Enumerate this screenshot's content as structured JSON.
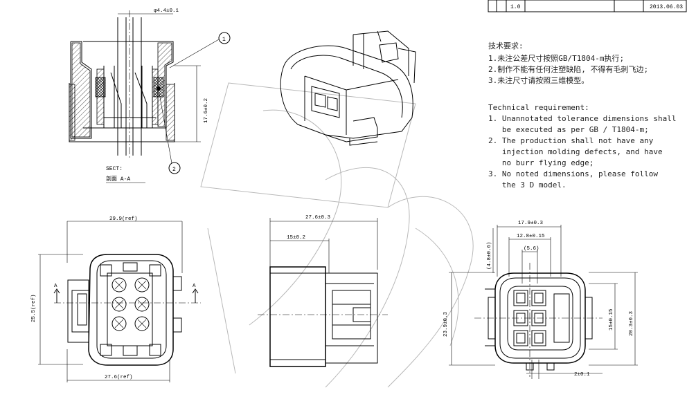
{
  "title_block": {
    "revision": "1.0",
    "date": "2013.06.03"
  },
  "requirements_cn": {
    "heading": "技术要求:",
    "items": [
      "1.未注公差尺寸按照GB/T1804-m执行;",
      "2.制作不能有任何注塑缺陷, 不得有毛刺飞边;",
      "3.未注尺寸请按照三维模型。"
    ]
  },
  "requirements_en": {
    "heading": "Technical requirement:",
    "items": [
      "1. Unannotated tolerance dimensions shall\n   be executed as per GB / T1804-m;",
      "2. The production shall not have any\n   injection molding defects, and have\n   no burr flying edge;",
      "3. No noted dimensions, please follow\n   the 3 D model."
    ]
  },
  "section_view": {
    "label_line1": "SECT:",
    "label_line2": "剖面  A-A",
    "balloon_1": "1",
    "balloon_2": "2",
    "dim_diameter": "φ4.4±0.1",
    "dim_height": "17.6±0.2"
  },
  "front_view": {
    "dim_width_top": "29.9(ref)",
    "dim_height_left": "25.5(ref)",
    "dim_width_bottom": "27.6(ref)",
    "section_mark_left": "A",
    "section_mark_right": "A"
  },
  "side_view": {
    "dim_total": "27.6±0.3",
    "dim_partial": "15±0.2"
  },
  "rear_view": {
    "dim_top_1": "17.9±0.3",
    "dim_top_2": "12.8±0.15",
    "dim_top_3": "(5.6)",
    "dim_vert_small": "(4.8±0.6)",
    "dim_left": "23.9±0.3",
    "dim_right_1": "15±0.15",
    "dim_right_2": "20.3±0.3",
    "dim_bottom": "2±0.1"
  }
}
